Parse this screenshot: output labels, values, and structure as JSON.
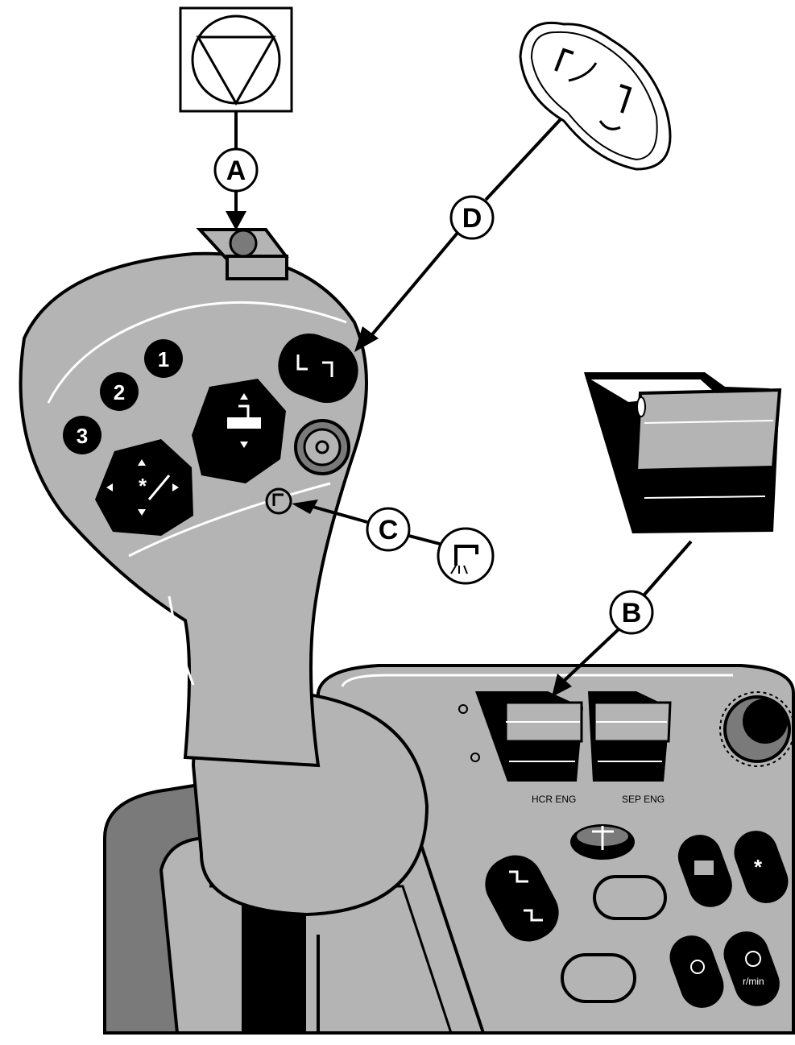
{
  "callouts": {
    "a": "A",
    "b": "B",
    "c": "C",
    "d": "D"
  },
  "handle_buttons": {
    "b1": "1",
    "b2": "2",
    "b3": "3"
  },
  "console_labels": {
    "left_switch": "HCR ENG",
    "right_switch": "SEP ENG",
    "engine_speed_unit": "r/min"
  },
  "icons": {
    "a_symbol": "stop-triangle-icon",
    "c_symbol": "implement-lower-icon",
    "d_symbol": "raise-lower-arrows-icon",
    "b_symbol": "rocker-switch-icon"
  },
  "colors": {
    "line": "#000000",
    "gray": "#b4b4b4",
    "dark_gray": "#7a7a7a",
    "background": "#ffffff"
  }
}
